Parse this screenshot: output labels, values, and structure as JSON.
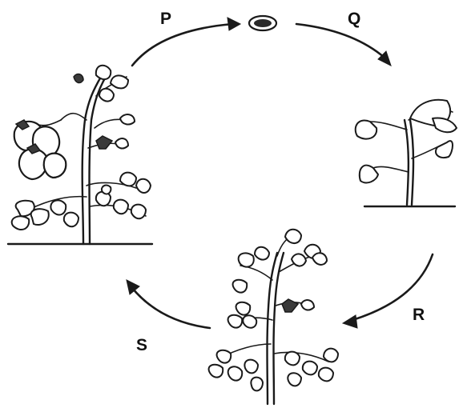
{
  "labels": {
    "p": "P",
    "q": "Q",
    "r": "R",
    "s": "S"
  }
}
